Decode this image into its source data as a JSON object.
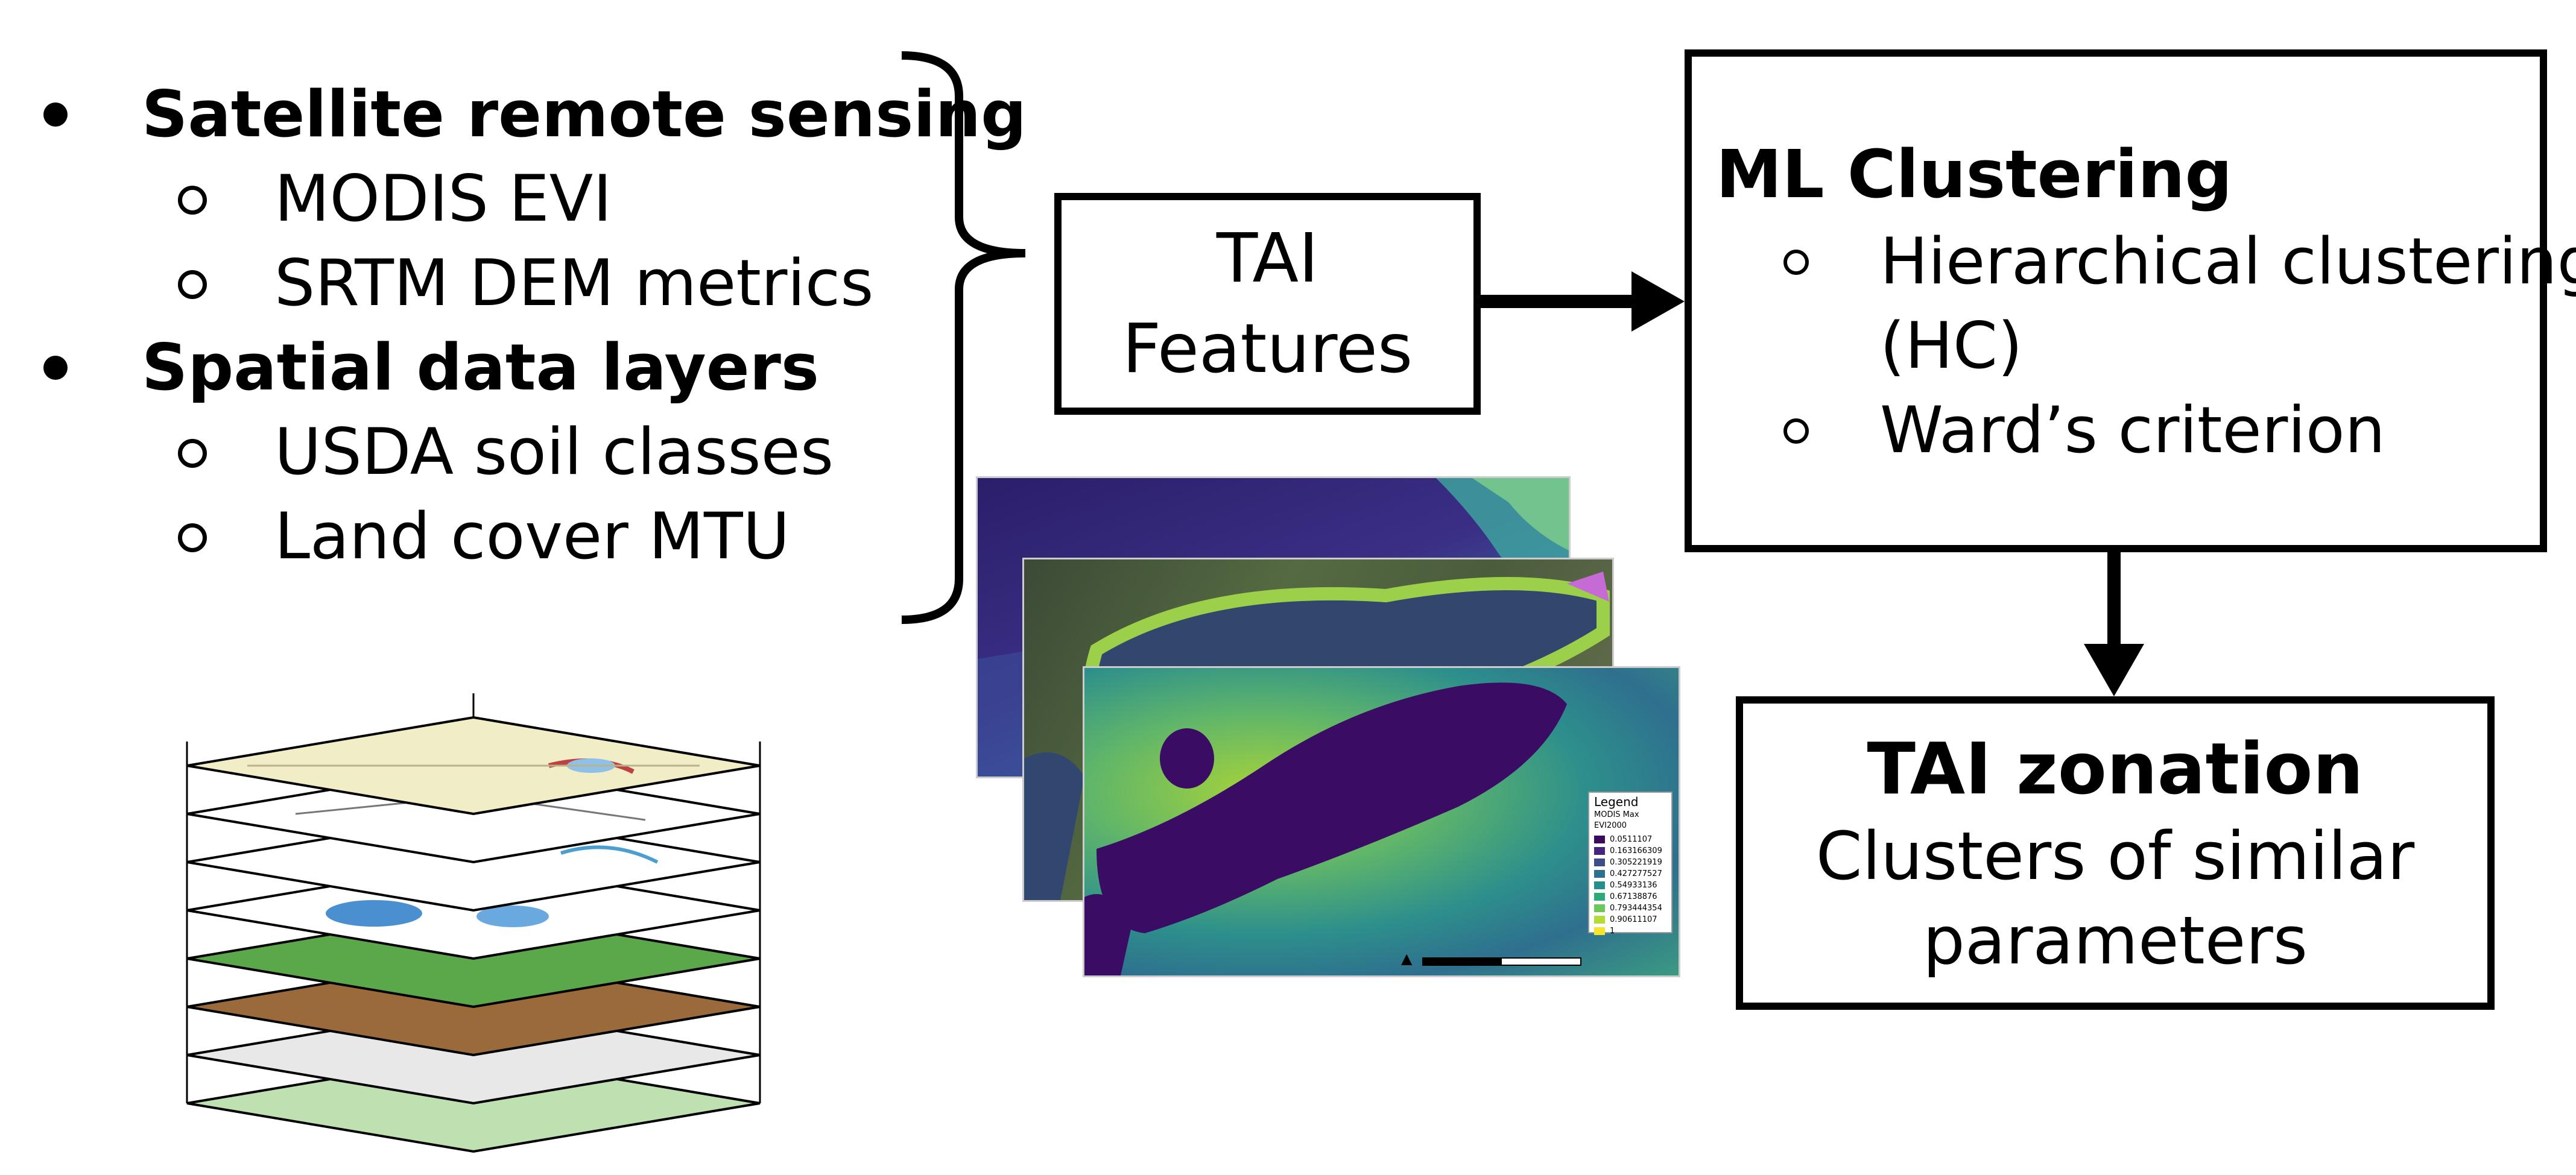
{
  "inputs": {
    "groups": [
      {
        "label": "Satellite remote sensing",
        "items": [
          "MODIS EVI",
          "SRTM DEM metrics"
        ]
      },
      {
        "label": "Spatial data layers",
        "items": [
          "USDA soil classes",
          "Land cover MTU"
        ]
      }
    ]
  },
  "tai_features": {
    "line1": "TAI",
    "line2": "Features"
  },
  "ml_clustering": {
    "title": "ML Clustering",
    "items": [
      {
        "line1": "Hierarchical clustering",
        "line2": "(HC)"
      },
      {
        "line1": "Ward’s criterion"
      }
    ]
  },
  "tai_zonation": {
    "title": "TAI zonation",
    "line1": "Clusters of similar",
    "line2": "parameters"
  },
  "map_legend": {
    "title": "Legend",
    "subtitle": "MODIS Max EVI2000",
    "entries": [
      {
        "label": "0.0511107",
        "color": "#3b0a5c"
      },
      {
        "label": "0.163166309",
        "color": "#46237e"
      },
      {
        "label": "0.305221919",
        "color": "#3e4c8a"
      },
      {
        "label": "0.427277527",
        "color": "#2f6f8e"
      },
      {
        "label": "0.54933136",
        "color": "#23908b"
      },
      {
        "label": "0.67138876",
        "color": "#2bab7a"
      },
      {
        "label": "0.793444354",
        "color": "#6fc75a"
      },
      {
        "label": "0.90611107",
        "color": "#b4dc36"
      },
      {
        "label": "1",
        "color": "#f5e42a"
      }
    ]
  },
  "colors": {
    "lake": "#3a0c63",
    "stroke": "#000000"
  }
}
